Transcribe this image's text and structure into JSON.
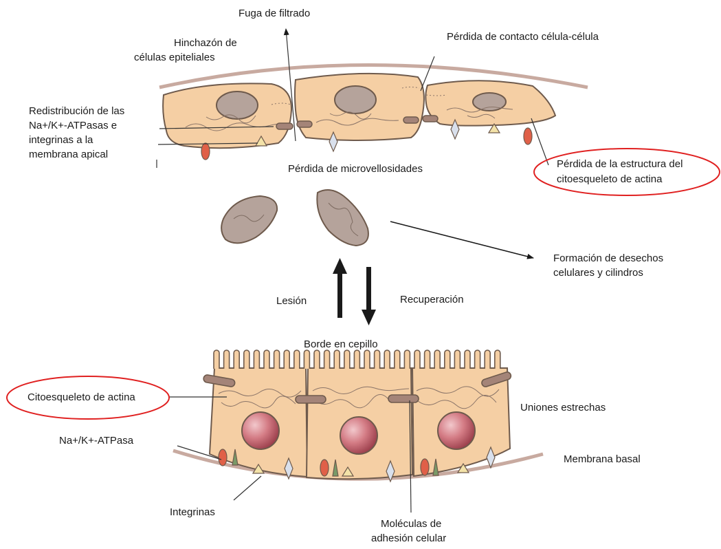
{
  "labels": {
    "fuga_filtrado": "Fuga de filtrado",
    "hinchazon_1": "Hinchazón de",
    "hinchazon_2": "células epiteliales",
    "perdida_contacto": "Pérdida de contacto célula-célula",
    "redistribucion_1": "Redistribución de las",
    "redistribucion_2": "Na+/K+-ATPasas e",
    "redistribucion_3": "integrinas a la",
    "redistribucion_4": "membrana apical",
    "perdida_microvellosidades": "Pérdida de microvellosidades",
    "perdida_estructura_1": "Pérdida de la estructura del",
    "perdida_estructura_2": "citoesqueleto de actina",
    "formacion_1": "Formación de desechos",
    "formacion_2": "celulares y cilindros",
    "lesion": "Lesión",
    "recuperacion": "Recuperación",
    "borde_cepillo": "Borde en cepillo",
    "citoesqueleto": "Citoesqueleto de actina",
    "uniones_estrechas": "Uniones estrechas",
    "na_k_atpasa": "Na+/K+-ATPasa",
    "membrana_basal": "Membrana basal",
    "integrinas": "Integrinas",
    "moleculas_1": "Moléculas de",
    "moleculas_2": "adhesión celular"
  },
  "colors": {
    "cell_fill": "#f5cfa4",
    "cell_stroke": "#6e5a4c",
    "membrane": "#c8aaa0",
    "nucleus_damaged": "#b5a39b",
    "nucleus_healthy": "#c9727a",
    "junction": "#a48478",
    "highlight_ellipse": "#e02020",
    "atpase_red": "#e06048",
    "integrin_yellow": "#f3e2a8",
    "adhesion_blue": "#d9e0ec",
    "green_marker": "#7a9a68"
  }
}
